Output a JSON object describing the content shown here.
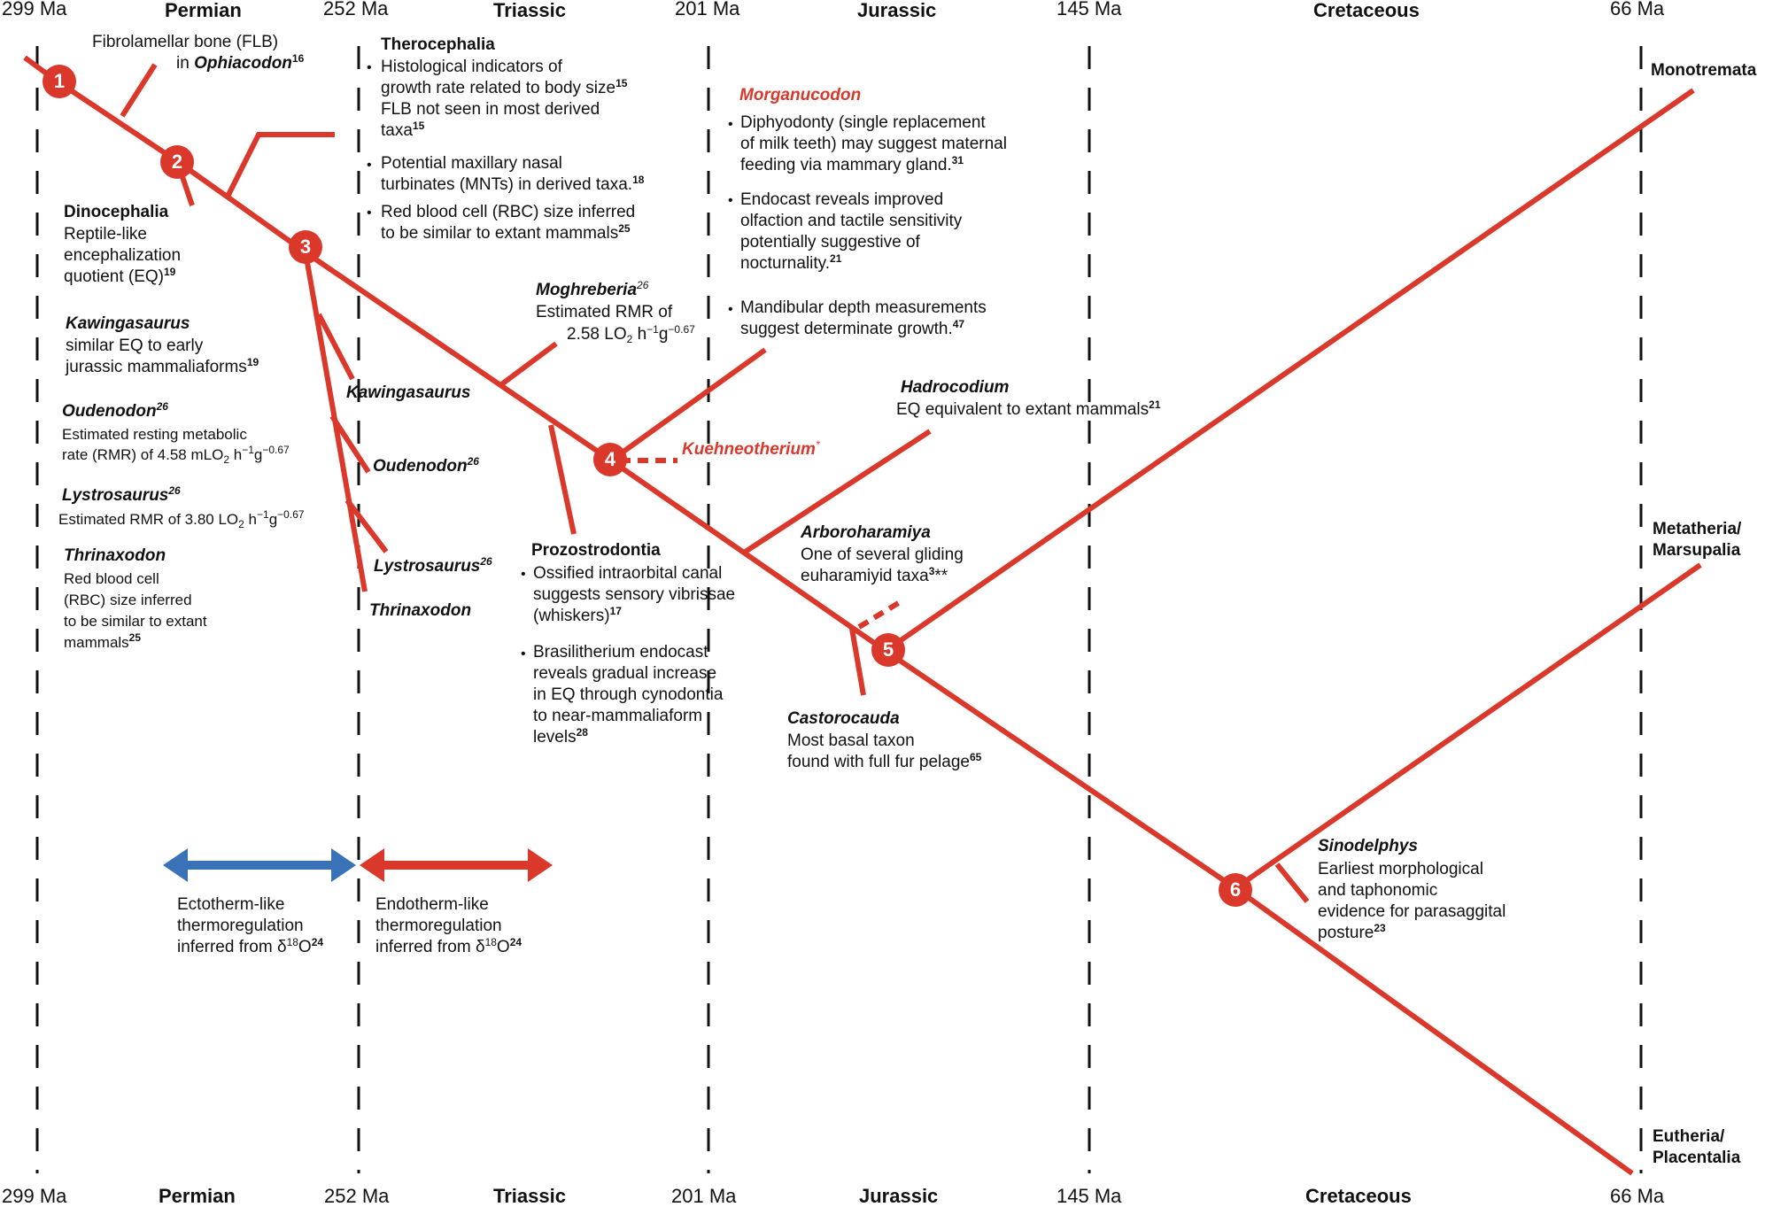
{
  "colors": {
    "branch": "#d9382b",
    "ectotherm_arrow": "#3a72b8",
    "endotherm_arrow": "#d9382b",
    "dashes": "#111111"
  },
  "timeline_top": {
    "labels": [
      "299 Ma",
      "252 Ma",
      "201 Ma",
      "145 Ma",
      "66 Ma"
    ],
    "periods": [
      "Permian",
      "Triassic",
      "Jurassic",
      "Cretaceous"
    ]
  },
  "timeline_bottom": {
    "labels": [
      "299 Ma",
      "252 Ma",
      "201 Ma",
      "145 Ma",
      "66 Ma"
    ],
    "periods": [
      "Permian",
      "Triassic",
      "Jurassic",
      "Cretaceous"
    ]
  },
  "nodes": [
    "1",
    "2",
    "3",
    "4",
    "5",
    "6"
  ],
  "tips": {
    "monotremata": "Monotremata",
    "metatheria": [
      "Metatheria/",
      "Marsupalia"
    ],
    "eutheria": [
      "Eutheria/",
      "Placentalia"
    ]
  },
  "flb": {
    "line1": "Fibrolamellar bone (FLB)",
    "line2_prefix": "in ",
    "taxon": "Ophiacodon",
    "ref": "16"
  },
  "therocephalia": {
    "title": "Therocephalia",
    "b1": [
      "Histological indicators of",
      "growth rate related to body size",
      "FLB not seen in most derived",
      "taxa"
    ],
    "b1_ref1": "15",
    "b1_ref2": "15",
    "b2": [
      "Potential maxillary nasal",
      "turbinates (MNTs) in derived taxa."
    ],
    "b2_ref": "18",
    "b3": [
      "Red blood cell (RBC) size inferred",
      "to be similar to extant mammals"
    ],
    "b3_ref": "25"
  },
  "dinocephalia": {
    "title": "Dinocephalia",
    "lines": [
      "Reptile-like",
      "encephalization",
      "quotient (EQ)"
    ],
    "ref": "19"
  },
  "kawinga_left": {
    "title": "Kawingasaurus",
    "lines": [
      "similar EQ to early",
      "jurassic mammaliaforms"
    ],
    "ref": "19"
  },
  "oudenodon_left": {
    "title": "Oudenodon",
    "ref": "26",
    "line1": "Estimated resting metabolic",
    "line2_prefix": "rate (RMR) of 4.58 mLO",
    "line2_unit": " h",
    "exp1": "−1",
    "g": "g",
    "exp2": "−0.67"
  },
  "lystro_left": {
    "title": "Lystrosaurus",
    "ref": "26",
    "line_prefix": "Estimated RMR of 3.80 LO",
    "unit": " h",
    "exp1": "−1",
    "g": "g",
    "exp2": "−0.67"
  },
  "thrinax_left": {
    "title": "Thrinaxodon",
    "lines": [
      "Red blood cell",
      "(RBC) size inferred",
      "to be similar to extant",
      "mammals"
    ],
    "ref": "25"
  },
  "branch_labels": {
    "kawingasaurus": "Kawingasaurus",
    "oudenodon": "Oudenodon",
    "oudenodon_ref": "26",
    "lystrosaurus": "Lystrosaurus",
    "lystrosaurus_ref": "26",
    "thrinaxodon": "Thrinaxodon"
  },
  "moghreberia": {
    "title": "Moghreberia",
    "ref": "26",
    "line1": "Estimated RMR of",
    "line2_prefix": "2.58 LO",
    "unit": " h",
    "exp1": "−1",
    "g": "g",
    "exp2": "−0.67"
  },
  "morganucodon": {
    "title": "Morganucodon",
    "b1": [
      "Diphyodonty (single replacement",
      "of milk teeth) may suggest maternal",
      "feeding via mammary gland."
    ],
    "b1_ref": "31",
    "b2": [
      "Endocast reveals improved",
      "olfaction and tactile sensitivity",
      "potentially suggestive of",
      "nocturnality."
    ],
    "b2_ref": "21",
    "b3": [
      "Mandibular depth measurements",
      "suggest determinate growth."
    ],
    "b3_ref": "47"
  },
  "hadrocodium": {
    "title": "Hadrocodium",
    "line": "EQ equivalent to extant mammals",
    "ref": "21"
  },
  "kuehneotherium": {
    "title": "Kuehneotherium",
    "mark": "*"
  },
  "prozostrodontia": {
    "title": "Prozostrodontia",
    "b1": [
      "Ossified intraorbital canal",
      "suggests sensory vibrissae",
      "(whiskers)"
    ],
    "b1_ref": "17",
    "b2": [
      "Brasilitherium endocast",
      "reveals gradual increase",
      "in EQ through cynodontia",
      "to near-mammaliaform",
      "levels"
    ],
    "b2_ref": "28"
  },
  "arboroharamiya": {
    "title": "Arboroharamiya",
    "lines": [
      "One of several gliding",
      "euharamiyid taxa"
    ],
    "ref": "3",
    "mark": "**"
  },
  "castorocauda": {
    "title": "Castorocauda",
    "lines": [
      "Most basal taxon",
      "found with full fur pelage"
    ],
    "ref": "65"
  },
  "sinodelphys": {
    "title": "Sinodelphys",
    "lines": [
      "Earliest morphological",
      "and taphonomic",
      "evidence for parasaggital",
      "posture"
    ],
    "ref": "23"
  },
  "ectotherm": {
    "lines": [
      "Ectotherm-like",
      "thermoregulation"
    ],
    "prefix": "inferred from δ",
    "iso": "18",
    "suffix": "O",
    "ref": "24"
  },
  "endotherm": {
    "lines": [
      "Endotherm-like",
      "thermoregulation"
    ],
    "prefix": "inferred from δ",
    "iso": "18",
    "suffix": "O",
    "ref": "24"
  }
}
